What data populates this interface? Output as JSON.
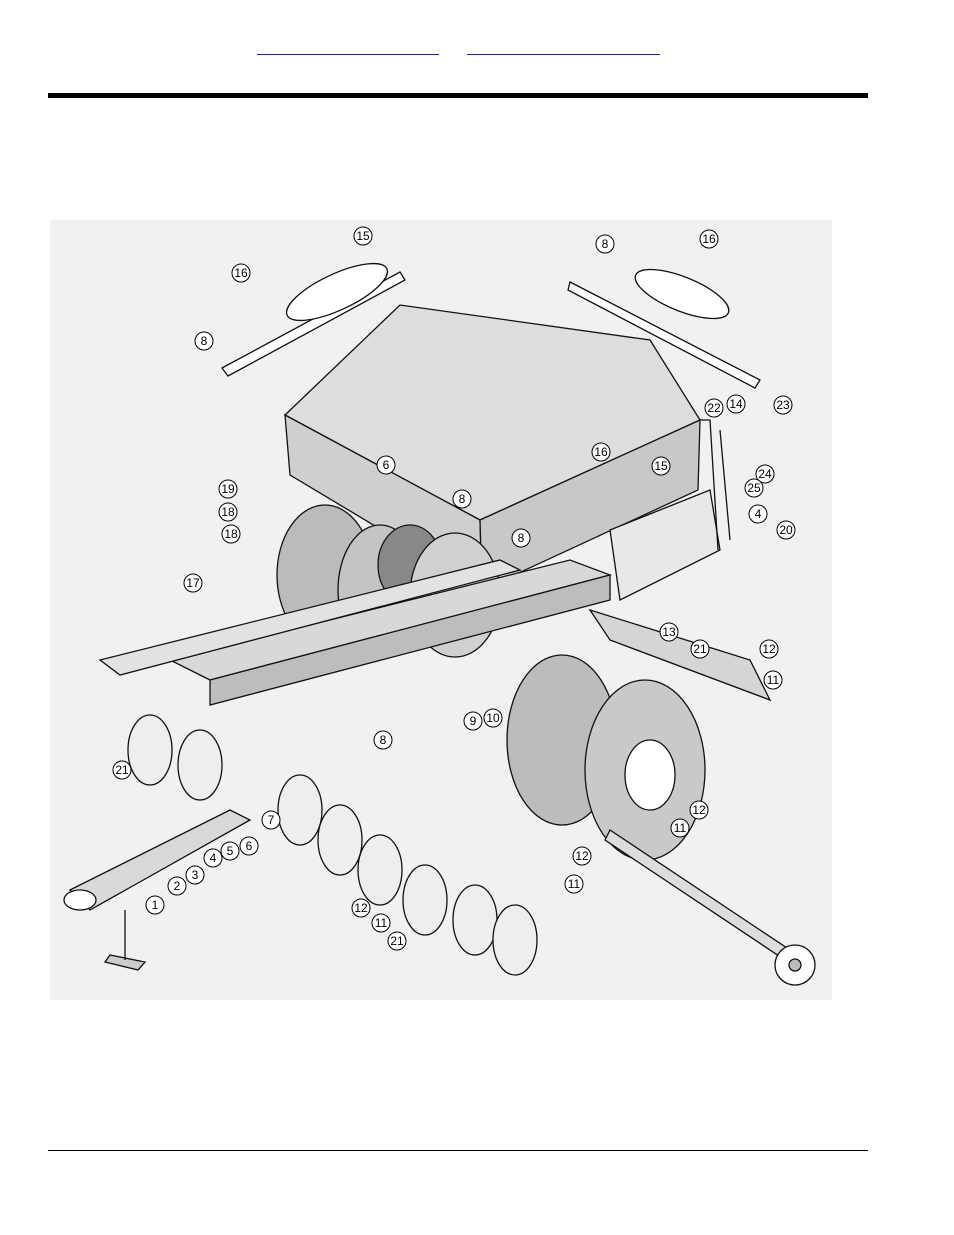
{
  "header": {
    "link_left": "",
    "link_right": ""
  },
  "diagram": {
    "callouts": [
      {
        "id": "c15a",
        "label": "15"
      },
      {
        "id": "c16a",
        "label": "16"
      },
      {
        "id": "c8a",
        "label": "8"
      },
      {
        "id": "c8b",
        "label": "8"
      },
      {
        "id": "c16b",
        "label": "16"
      },
      {
        "id": "c22",
        "label": "22"
      },
      {
        "id": "c14",
        "label": "14"
      },
      {
        "id": "c23",
        "label": "23"
      },
      {
        "id": "c24",
        "label": "24"
      },
      {
        "id": "c25",
        "label": "25"
      },
      {
        "id": "c6a",
        "label": "6"
      },
      {
        "id": "c16c",
        "label": "16"
      },
      {
        "id": "c15b",
        "label": "15"
      },
      {
        "id": "c19",
        "label": "19"
      },
      {
        "id": "c18a",
        "label": "18"
      },
      {
        "id": "c8c",
        "label": "8"
      },
      {
        "id": "c18b",
        "label": "18"
      },
      {
        "id": "c4a",
        "label": "4"
      },
      {
        "id": "c20",
        "label": "20"
      },
      {
        "id": "c8d",
        "label": "8"
      },
      {
        "id": "c17",
        "label": "17"
      },
      {
        "id": "c13",
        "label": "13"
      },
      {
        "id": "c21a",
        "label": "21"
      },
      {
        "id": "c12a",
        "label": "12"
      },
      {
        "id": "c11a",
        "label": "11"
      },
      {
        "id": "c9",
        "label": "9"
      },
      {
        "id": "c10",
        "label": "10"
      },
      {
        "id": "c8e",
        "label": "8"
      },
      {
        "id": "c21b",
        "label": "21"
      },
      {
        "id": "c12b",
        "label": "12"
      },
      {
        "id": "c11b",
        "label": "11"
      },
      {
        "id": "c7",
        "label": "7"
      },
      {
        "id": "c6b",
        "label": "6"
      },
      {
        "id": "c5",
        "label": "5"
      },
      {
        "id": "c4b",
        "label": "4"
      },
      {
        "id": "c3",
        "label": "3"
      },
      {
        "id": "c2",
        "label": "2"
      },
      {
        "id": "c1",
        "label": "1"
      },
      {
        "id": "c12c",
        "label": "12"
      },
      {
        "id": "c11c",
        "label": "11"
      },
      {
        "id": "c12d",
        "label": "12"
      },
      {
        "id": "c11d",
        "label": "11"
      },
      {
        "id": "c21c",
        "label": "21"
      }
    ]
  }
}
